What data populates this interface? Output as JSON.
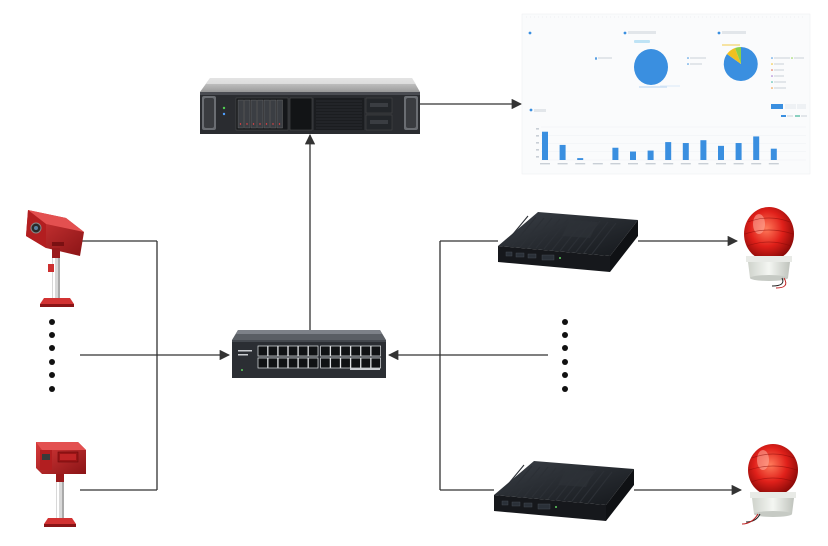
{
  "colors": {
    "line": "#333333",
    "bar": "#3a8fe0",
    "pie_main": "#3a8fe0",
    "pie_accent": "#f0c020",
    "pie_accent2": "#8ad04a",
    "camera_body": "#c0282a",
    "alarm_light": "#e0201a",
    "device_dark": "#1c1f24"
  },
  "dashboard": {
    "panels": [
      "",
      "",
      " "
    ],
    "chart_title": ""
  },
  "chart_data": {
    "type": "bar",
    "categories": [
      "",
      "",
      "",
      "",
      "",
      "",
      "",
      "",
      "",
      "",
      "",
      "",
      "",
      ""
    ],
    "values": [
      30,
      16,
      2,
      0,
      13,
      9,
      10,
      19,
      18,
      21,
      15,
      18,
      25,
      12
    ],
    "ylim": [
      0,
      35
    ],
    "grid": true
  },
  "icons": {
    "server": "rack-server-icon",
    "switch": "network-switch-icon",
    "box_pc": "edge-computing-box-icon",
    "camera": "pole-mounted-camera-icon",
    "alarm": "red-warning-beacon-icon",
    "dots": "vertical-ellipsis-icon"
  }
}
